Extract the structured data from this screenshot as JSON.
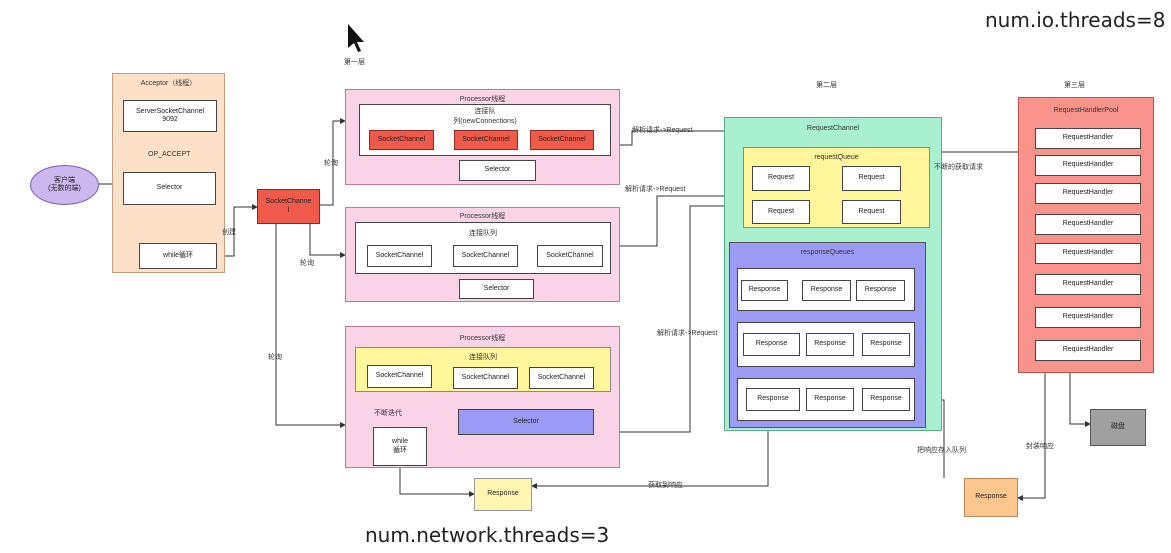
{
  "labels": {
    "num_io_threads": "num.io.threads=8",
    "num_network_threads": "num.network.threads=3",
    "layer1": "第一层",
    "layer2": "第二层",
    "layer3": "第三层"
  },
  "client": {
    "label": "客户端\n(无数的端)"
  },
  "acceptor": {
    "title": "Acceptor（线程）",
    "server_socket": "ServerSocketChannel\n9092",
    "op_accept": "OP_ACCEPT",
    "selector": "Selector",
    "while_loop": "while循环",
    "edge_label": "创建"
  },
  "socket_channel_main": {
    "label": "SocketChanne\nl"
  },
  "edge_labels": {
    "poll1": "轮询",
    "poll2": "轮询",
    "poll3": "轮询",
    "parse1": "解析请求->Request",
    "parse2": "解析请求->Request",
    "parse3": "解析请求->Request",
    "fetch": "不断的获取请求",
    "iterate": "不断迭代",
    "get_response": "获取到响应",
    "put_response": "把响应存入队列",
    "wrap_response": "封装响应"
  },
  "processor1": {
    "title": "Processor线程",
    "queue_title": "连接队\n列(newConnections)",
    "channels": [
      "SocketChannel",
      "SocketChannel",
      "SocketChannel"
    ],
    "selector": "Selector"
  },
  "processor2": {
    "title": "Processor线程",
    "queue_title": "连接队列",
    "channels": [
      "SocketChannel",
      "SocketChannel",
      "SocketChannel"
    ],
    "selector": "Selector"
  },
  "processor3": {
    "title": "Processor线程",
    "queue_title": "连接队列",
    "channels": [
      "SocketChannel",
      "SocketChannel",
      "SocketChannel"
    ],
    "selector": "Selector",
    "while_loop": "while\n循环"
  },
  "response_mid": {
    "label": "Response"
  },
  "request_channel": {
    "title": "RequestChannel",
    "request_queue_title": "requestQueue",
    "requests": [
      "Request",
      "Request",
      "Request",
      "Request"
    ],
    "response_queues_title": "responseQueues",
    "response_rows": [
      [
        "Response",
        "Response",
        "Response"
      ],
      [
        "Response",
        "Response",
        "Response"
      ],
      [
        "Response",
        "Response",
        "Response"
      ]
    ]
  },
  "handler_pool": {
    "title": "RequestHandlerPool",
    "handlers": [
      "RequestHandler",
      "RequestHandler",
      "RequestHandler",
      "RequestHandler",
      "RequestHandler",
      "RequestHandler",
      "RequestHandler",
      "RequestHandler"
    ]
  },
  "disk": {
    "label": "磁盘"
  },
  "response_right": {
    "label": "Response"
  },
  "colors": {
    "acceptor": "#fde0c8",
    "processor": "#f9d3e6",
    "request_channel": "#a8f0d0",
    "request_queue": "#fff59a",
    "response_queues": "#9b9bf5",
    "handler_pool": "#f7938a",
    "socket_red": "#f05a4a",
    "client": "#cdb7ef",
    "disk": "#a0a0a0",
    "response_orange": "#fbc78f",
    "response_yellow": "#fff7b0"
  }
}
